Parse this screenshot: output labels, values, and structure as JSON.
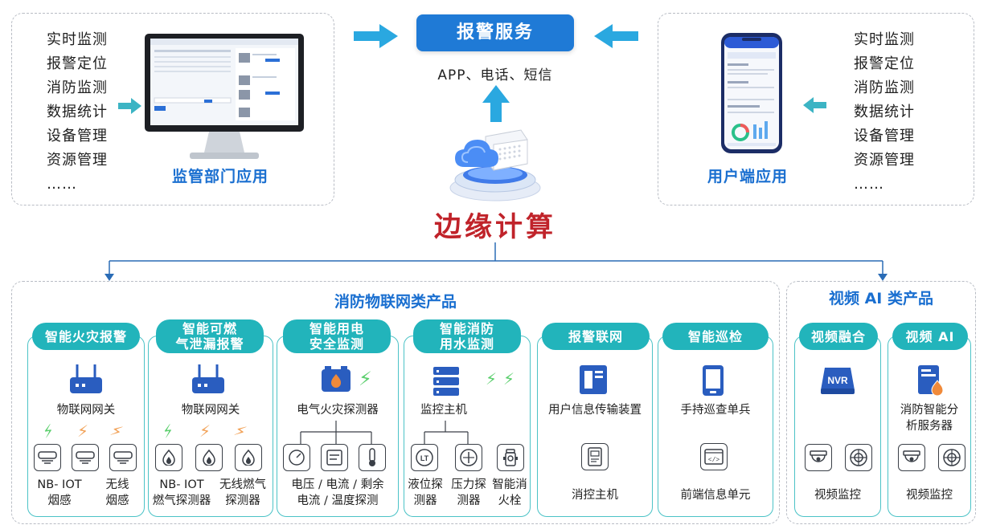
{
  "top": {
    "left_features": [
      "实时监测",
      "报警定位",
      "消防监测",
      "数据统计",
      "设备管理",
      "资源管理",
      "……"
    ],
    "left_app_title": "监管部门应用",
    "right_features": [
      "实时监测",
      "报警定位",
      "消防监测",
      "数据统计",
      "设备管理",
      "资源管理",
      "……"
    ],
    "right_app_title": "用户端应用",
    "alarm_service": "报警服务",
    "alarm_channels": "APP、电话、短信",
    "edge_computing": "边缘计算"
  },
  "iot": {
    "title": "消防物联网类产品",
    "cards": [
      {
        "name": "智能火灾报警",
        "device": "物联网网关",
        "sub": [
          "NB- IOT\n烟感",
          "无线\n烟感"
        ]
      },
      {
        "name": "智能可燃\n气泄漏报警",
        "device": "物联网网关",
        "sub": [
          "NB- IOT\n燃气探测器",
          "无线燃气\n探测器"
        ]
      },
      {
        "name": "智能用电\n安全监测",
        "device": "电气火灾探测器",
        "sub": [
          "电压 / 电流 / 剩余\n电流 / 温度探测"
        ]
      },
      {
        "name": "智能消防\n用水监测",
        "device": "监控主机",
        "sub": [
          "液位探\n测器",
          "压力探\n测器",
          "智能消\n火栓"
        ]
      },
      {
        "name": "报警联网",
        "device": "用户信息传输装置",
        "sub": [
          "消控主机"
        ]
      },
      {
        "name": "智能巡检",
        "device": "手持巡查单兵",
        "sub": [
          "前端信息单元"
        ]
      }
    ]
  },
  "video": {
    "title": "视频 AI 类产品",
    "cards": [
      {
        "name": "视频融合",
        "device": "NVR",
        "sub": [
          "视频监控"
        ]
      },
      {
        "name": "视频 AI",
        "device": "消防智能分\n析服务器",
        "sub": [
          "视频监控"
        ]
      }
    ]
  },
  "colors": {
    "brand_blue": "#1f7ad6",
    "teal": "#22b4bb",
    "edge_red": "#c0232a",
    "bolt_green": "#5ccf6e",
    "bolt_orange": "#f2a35a"
  }
}
